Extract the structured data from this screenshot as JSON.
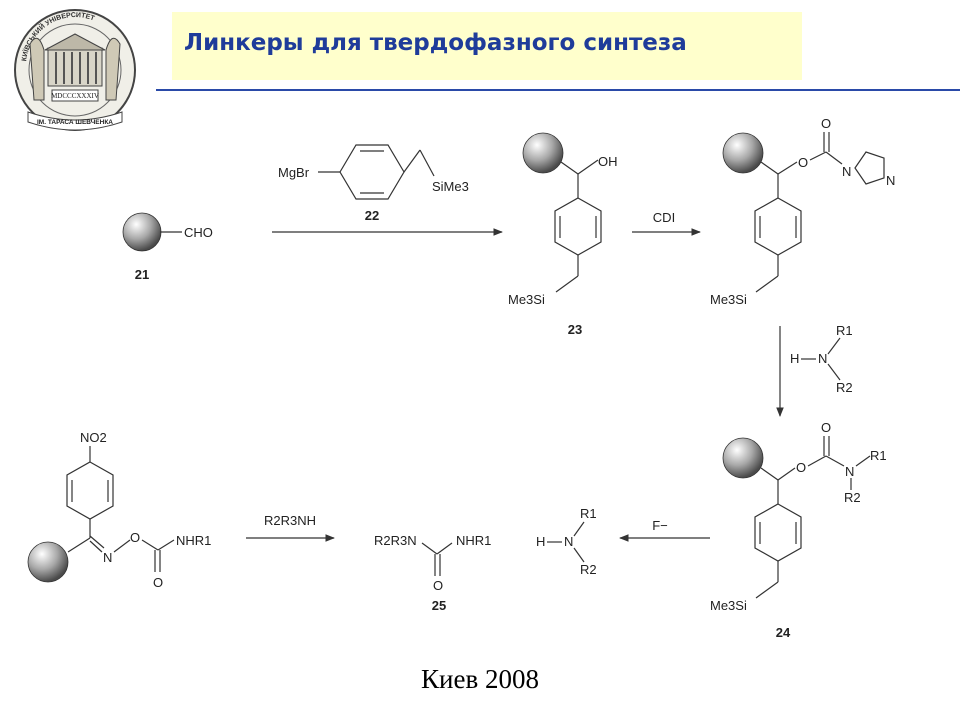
{
  "slide": {
    "title": "Линкеры для твердофазного синтеза",
    "footer": "Киев 2008",
    "title_bg": "#ffffcc",
    "title_color": "#1f3c9a",
    "accent_line": "#2a4aa8"
  },
  "logo": {
    "icon": "university-seal-icon",
    "arc_text": "КИЇВСЬКИЙ УНІВЕРСИТЕТ",
    "year": "MDCCCXXXIV",
    "banner": "ІМ. ТАРАСА ШЕВЧЕНКА"
  },
  "scheme": {
    "c21": {
      "group": "CHO",
      "number": "21"
    },
    "c22": {
      "group1": "MgBr",
      "group2": "SiMe3",
      "number": "22"
    },
    "c23": {
      "group1": "OH",
      "group2": "Me3Si",
      "number": "23"
    },
    "cdi": {
      "reagent": "CDI",
      "n1": "N",
      "n2": "N",
      "o_carbonyl": "O",
      "o_ester": "O",
      "group": "Me3Si"
    },
    "amine_top": {
      "h": "H",
      "n": "N",
      "r1": "R1",
      "r2": "R2"
    },
    "c24": {
      "o_ester": "O",
      "o_carbonyl": "O",
      "n": "N",
      "r1": "R1",
      "r2": "R2",
      "group": "Me3Si",
      "number": "24"
    },
    "fluoride": {
      "reagent": "F−"
    },
    "amine_bottom": {
      "h": "H",
      "n": "N",
      "r1": "R1",
      "r2": "R2"
    },
    "c25": {
      "left": "R2R3N",
      "right": "NHR1",
      "o": "O",
      "number": "25"
    },
    "reagent_bottom": {
      "text": "R2R3NH"
    },
    "oxime": {
      "top": "NO2",
      "n": "N",
      "o_link": "O",
      "group": "NHR1",
      "o_carbonyl": "O"
    }
  }
}
